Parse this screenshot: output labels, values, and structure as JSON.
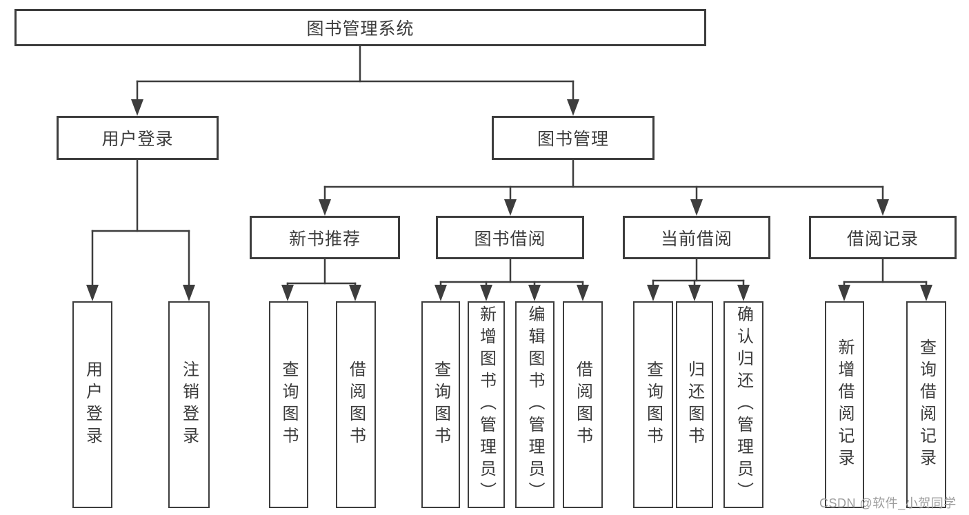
{
  "diagram": {
    "root": {
      "label": "图书管理系统"
    },
    "level2": [
      {
        "label": "用户登录"
      },
      {
        "label": "图书管理"
      }
    ],
    "level3": [
      {
        "label": "新书推荐"
      },
      {
        "label": "图书借阅"
      },
      {
        "label": "当前借阅"
      },
      {
        "label": "借阅记录"
      }
    ],
    "leaves": {
      "user_login": [
        {
          "label": "用户登录"
        },
        {
          "label": "注销登录"
        }
      ],
      "new_books": [
        {
          "label": "查询图书"
        },
        {
          "label": "借阅图书"
        }
      ],
      "borrowing": [
        {
          "label": "查询图书"
        },
        {
          "label": "新增图书（管理员）"
        },
        {
          "label": "编辑图书（管理员）"
        },
        {
          "label": "借阅图书"
        }
      ],
      "current": [
        {
          "label": "查询图书"
        },
        {
          "label": "归还图书"
        },
        {
          "label": "确认归还（管理员）"
        }
      ],
      "records": [
        {
          "label": "新增借阅记录"
        },
        {
          "label": "查询借阅记录"
        }
      ]
    },
    "colors": {
      "line": "#3d3d3d",
      "text": "#3b3b3b",
      "box_fill": "#ffffff",
      "background": "#ffffff",
      "watermark": "#9d9d9d"
    }
  },
  "watermark": {
    "text": "CSDN @软件_小贺同学"
  }
}
